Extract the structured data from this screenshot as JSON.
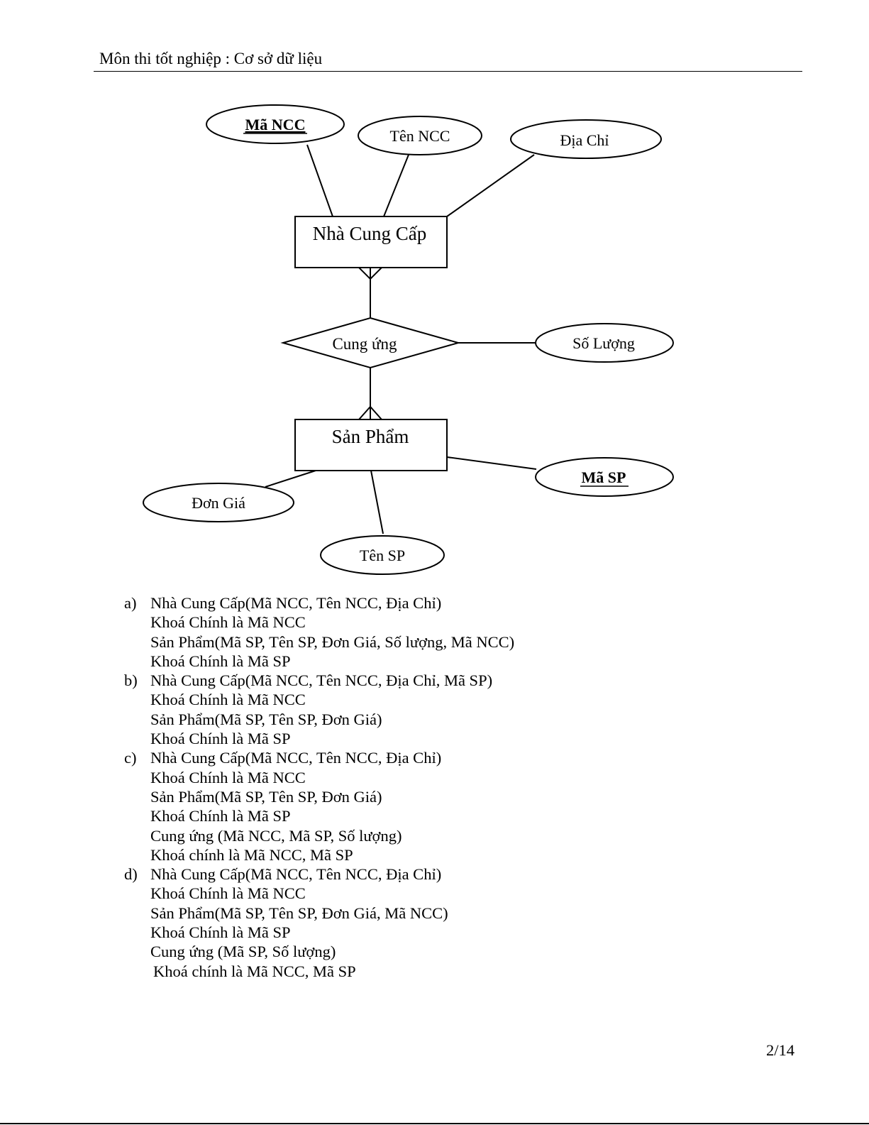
{
  "header": {
    "title": "Môn thi tốt nghiệp : Cơ sở dữ liệu"
  },
  "diagram": {
    "entities": {
      "supplier": "Nhà Cung Cấp",
      "product": "Sản Phẩm"
    },
    "relationship": {
      "name": "Cung ứng",
      "cardinality_supplier_side": "many",
      "cardinality_product_side": "many"
    },
    "attributes": {
      "supplier_id": {
        "label": "Mã NCC",
        "is_key": true
      },
      "supplier_name": {
        "label": "Tên NCC",
        "is_key": false
      },
      "supplier_address": {
        "label": "Địa Chỉ",
        "is_key": false
      },
      "quantity": {
        "label": "Số Lượng",
        "is_key": false
      },
      "product_id": {
        "label": "Mã SP",
        "is_key": true
      },
      "unit_price": {
        "label": "Đơn Giá",
        "is_key": false
      },
      "product_name": {
        "label": "Tên SP",
        "is_key": false
      }
    }
  },
  "options": [
    {
      "letter": "a)",
      "lines": [
        "Nhà Cung Cấp(Mã NCC, Tên NCC, Địa Chỉ)",
        "Khoá Chính là Mã NCC",
        "Sản Phẩm(Mã SP, Tên SP, Đơn Giá, Số lượng, Mã NCC)",
        "Khoá Chính là Mã SP"
      ]
    },
    {
      "letter": "b)",
      "lines": [
        "Nhà Cung Cấp(Mã NCC, Tên NCC, Địa Chỉ, Mã SP)",
        "Khoá Chính là Mã NCC",
        "Sản Phẩm(Mã SP, Tên SP, Đơn Giá)",
        "Khoá Chính là Mã SP"
      ]
    },
    {
      "letter": "c)",
      "lines": [
        "Nhà Cung Cấp(Mã NCC, Tên NCC, Địa Chỉ)",
        "Khoá Chính là Mã NCC",
        "Sản Phẩm(Mã SP, Tên SP, Đơn Giá)",
        "Khoá Chính là Mã SP",
        "Cung ứng (Mã NCC, Mã SP, Số lượng)",
        "Khoá chính là Mã NCC, Mã SP"
      ]
    },
    {
      "letter": "d)",
      "lines": [
        "Nhà Cung Cấp(Mã NCC, Tên NCC, Địa Chỉ)",
        "Khoá Chính là Mã NCC",
        "Sản Phẩm(Mã SP, Tên SP, Đơn Giá, Mã NCC)",
        "Khoá Chính là Mã SP",
        "Cung ứng (Mã SP, Số lượng)",
        "Khoá chính là Mã NCC, Mã SP"
      ]
    }
  ],
  "footer": {
    "page_number": "2/14"
  }
}
